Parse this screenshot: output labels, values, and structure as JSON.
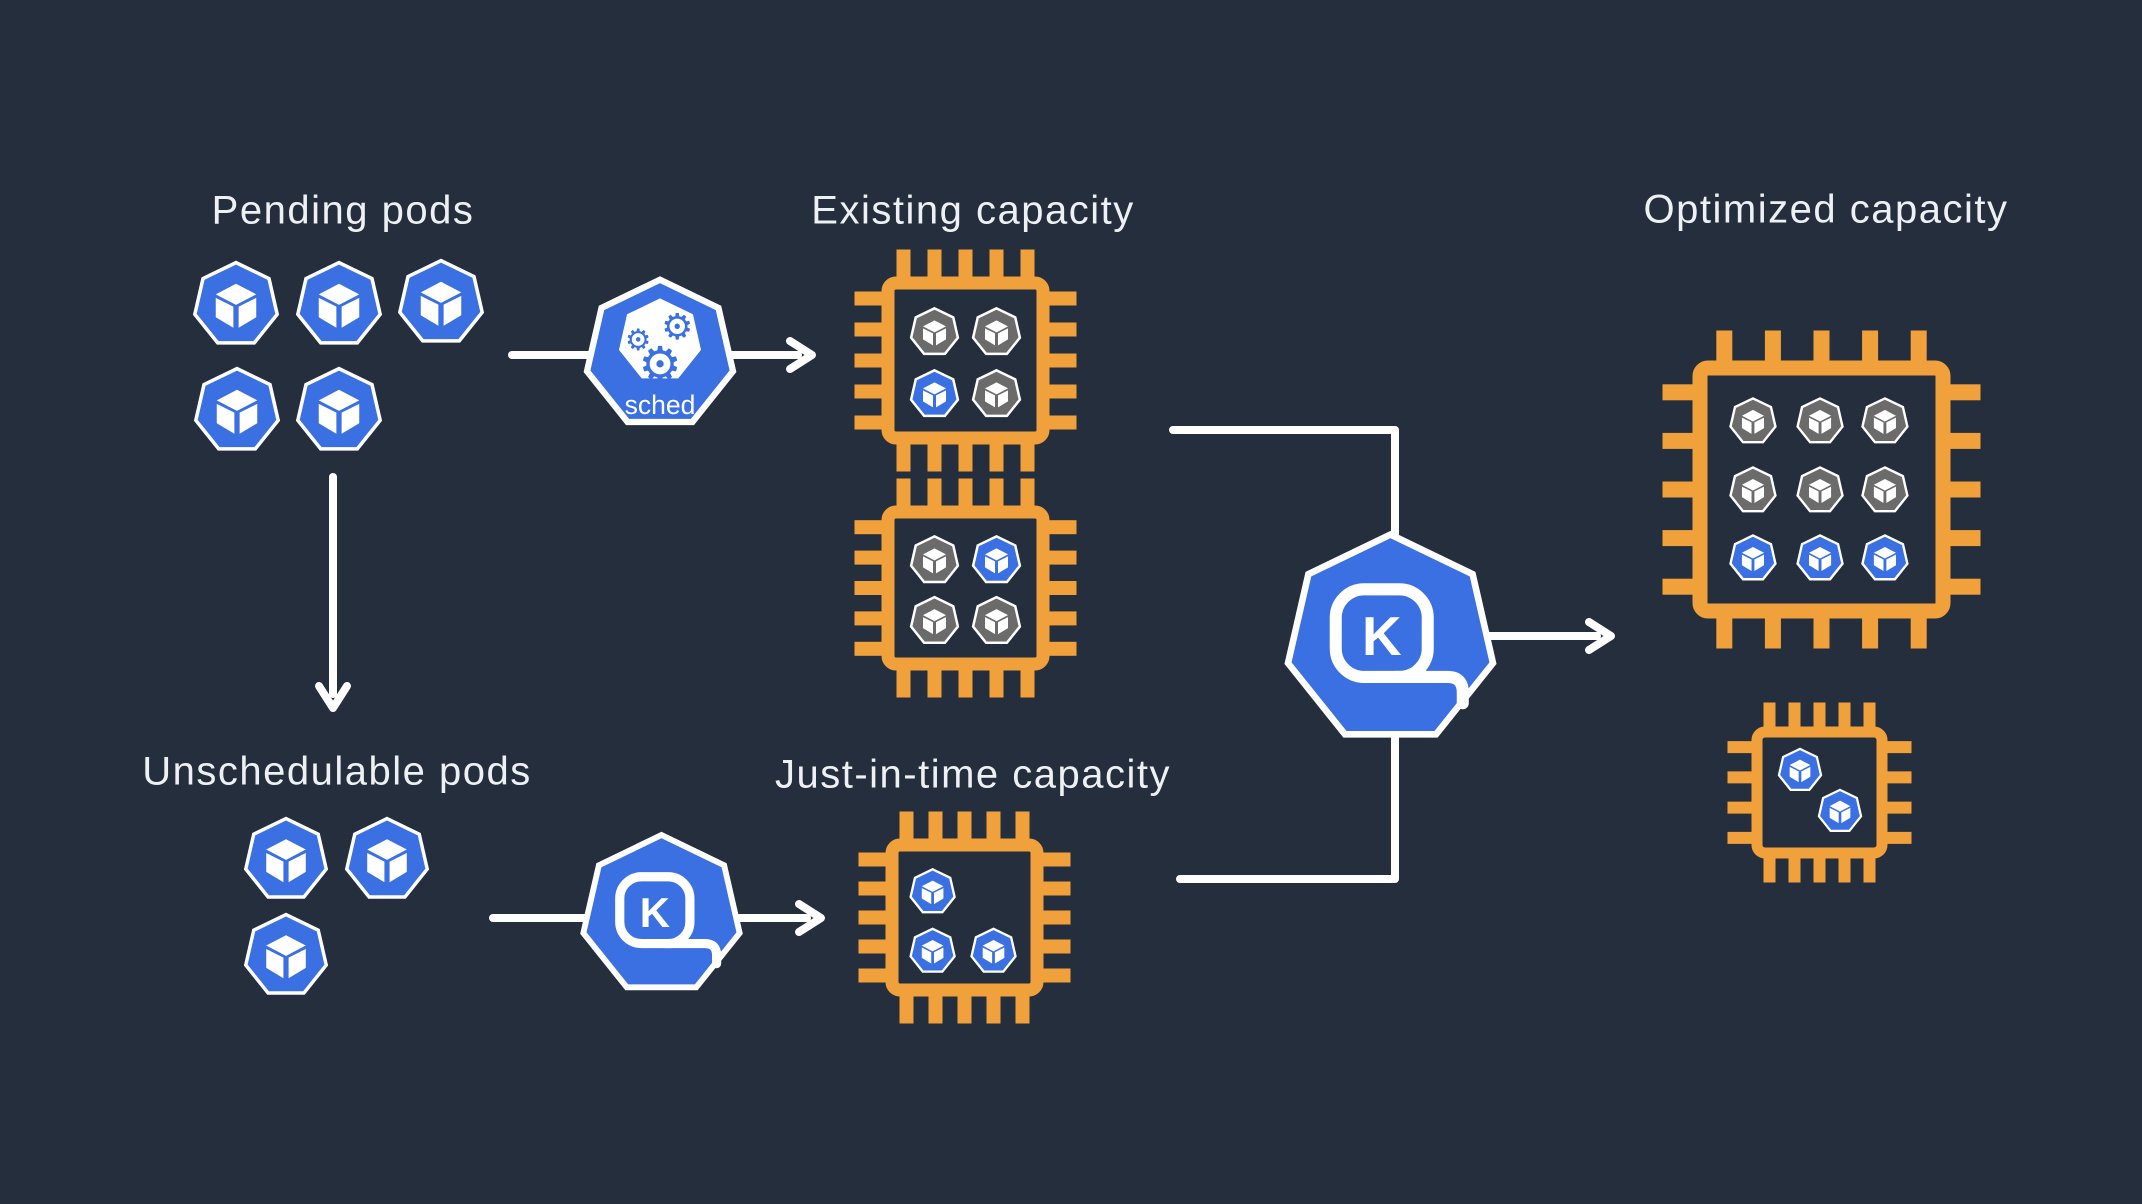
{
  "colors": {
    "background": "#252e3d",
    "blue": "#3b70e2",
    "orange": "#f0a13c",
    "gray": "#6b6b6b",
    "line": "#ffffff",
    "text": "#eef1f4"
  },
  "labels": {
    "pending": "Pending pods",
    "existing": "Existing capacity",
    "optimized": "Optimized capacity",
    "unschedulable": "Unschedulable pods",
    "jit": "Just-in-time capacity",
    "sched": "sched",
    "karpenter_letter": "K"
  },
  "icons": {
    "gear_glyph": "⚙"
  },
  "pod_clusters": {
    "pending": [
      "blue",
      "blue",
      "blue",
      "blue",
      "blue"
    ],
    "unschedulable": [
      "blue",
      "blue",
      "blue"
    ]
  },
  "chips": {
    "existing_1": {
      "pods": [
        {
          "c": "gray",
          "fx": 0.3,
          "fy": 0.315
        },
        {
          "c": "gray",
          "fx": 0.7,
          "fy": 0.315
        },
        {
          "c": "blue",
          "fx": 0.3,
          "fy": 0.715
        },
        {
          "c": "gray",
          "fx": 0.7,
          "fy": 0.715
        }
      ]
    },
    "existing_2": {
      "pods": [
        {
          "c": "gray",
          "fx": 0.3,
          "fy": 0.315
        },
        {
          "c": "blue",
          "fx": 0.7,
          "fy": 0.315
        },
        {
          "c": "gray",
          "fx": 0.3,
          "fy": 0.715
        },
        {
          "c": "gray",
          "fx": 0.7,
          "fy": 0.715
        }
      ]
    },
    "jit": {
      "pods": [
        {
          "c": "blue",
          "fx": 0.28,
          "fy": 0.32
        },
        {
          "c": "blue",
          "fx": 0.28,
          "fy": 0.73
        },
        {
          "c": "blue",
          "fx": 0.7,
          "fy": 0.73
        }
      ]
    },
    "optimized_big": {
      "pods": [
        {
          "c": "gray",
          "fx": 0.218,
          "fy": 0.218
        },
        {
          "c": "gray",
          "fx": 0.494,
          "fy": 0.218
        },
        {
          "c": "gray",
          "fx": 0.761,
          "fy": 0.218
        },
        {
          "c": "gray",
          "fx": 0.218,
          "fy": 0.502
        },
        {
          "c": "gray",
          "fx": 0.494,
          "fy": 0.502
        },
        {
          "c": "gray",
          "fx": 0.761,
          "fy": 0.502
        },
        {
          "c": "blue",
          "fx": 0.218,
          "fy": 0.782
        },
        {
          "c": "blue",
          "fx": 0.494,
          "fy": 0.782
        },
        {
          "c": "blue",
          "fx": 0.761,
          "fy": 0.782
        }
      ]
    },
    "optimized_small": {
      "pods": [
        {
          "c": "blue",
          "fx": 0.344,
          "fy": 0.314
        },
        {
          "c": "blue",
          "fx": 0.664,
          "fy": 0.653
        }
      ]
    }
  }
}
